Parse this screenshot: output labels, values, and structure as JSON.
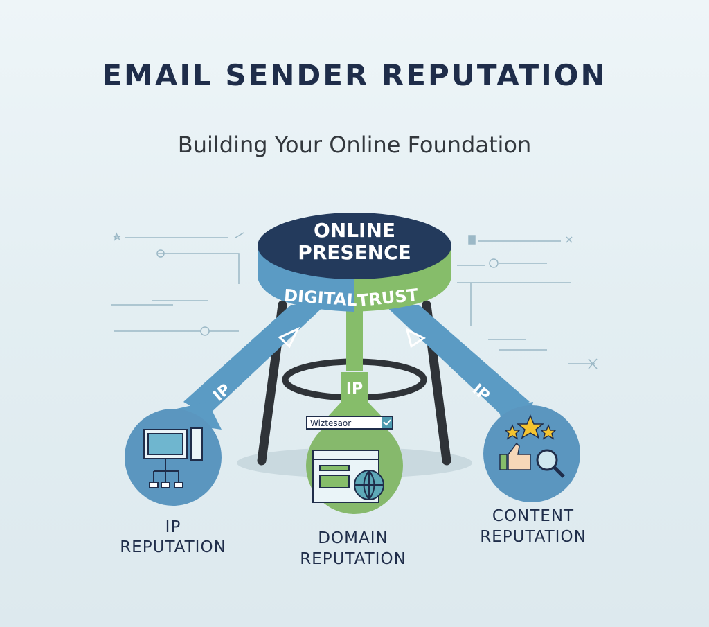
{
  "title": "EMAIL SENDER REPUTATION",
  "subtitle": "Building Your Online Foundation",
  "stool": {
    "seat_line1": "ONLINE",
    "seat_line2": "PRESENCE",
    "band_left": "DIGITAL",
    "band_right": "TRUST",
    "connector_middle": "IP",
    "connector_left": "IP",
    "connector_right": "IP",
    "domain_input_text": "Wiztesaor"
  },
  "pillars": [
    {
      "line1": "IP",
      "line2": "REPUTATION",
      "icon": "computer-network-icon"
    },
    {
      "line1": "DOMAIN",
      "line2": "REPUTATION",
      "icon": "browser-globe-icon"
    },
    {
      "line1": "CONTENT",
      "line2": "REPUTATION",
      "icon": "stars-thumbsup-magnifier-icon"
    }
  ],
  "colors": {
    "navy": "#233a5c",
    "blue": "#5b9bc4",
    "green": "#86bd6a",
    "leg": "#2f3338"
  }
}
